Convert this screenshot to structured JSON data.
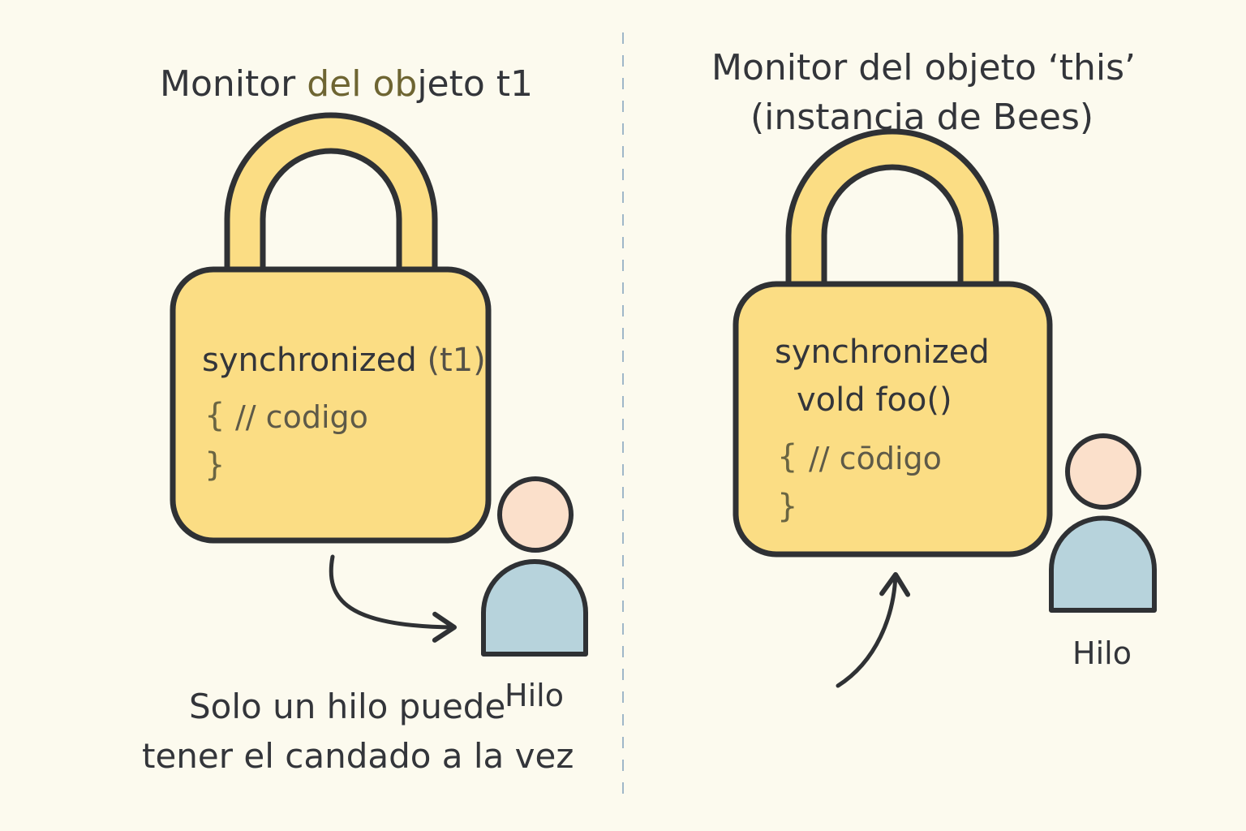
{
  "left_panel": {
    "title_pre": "Monitor ",
    "title_accent": "del ob",
    "title_post": "jeto t1",
    "code_keyword": "synchronized",
    "code_arg": "(t1)",
    "open_brace": "{",
    "comment": "// codigo",
    "close_brace": "}",
    "thread_label": "Hilo",
    "caption_line1": "Solo un hilo puede",
    "caption_line2": "tener el candado a la vez"
  },
  "right_panel": {
    "title_line1": "Monitor del objeto ‘this’",
    "title_line2": "(instancia de Bees)",
    "code_line1": "synchronized",
    "code_line2": "vold foo()",
    "open_brace": "{",
    "comment": "// cōdigo",
    "close_brace": "}",
    "thread_label": "Hilo"
  },
  "colors": {
    "background": "#fcfaee",
    "lock_fill": "#fbdd84",
    "outline": "#2f3134",
    "head": "#fbe0cb",
    "body": "#b7d3dc",
    "divider": "#9fb7c8"
  }
}
